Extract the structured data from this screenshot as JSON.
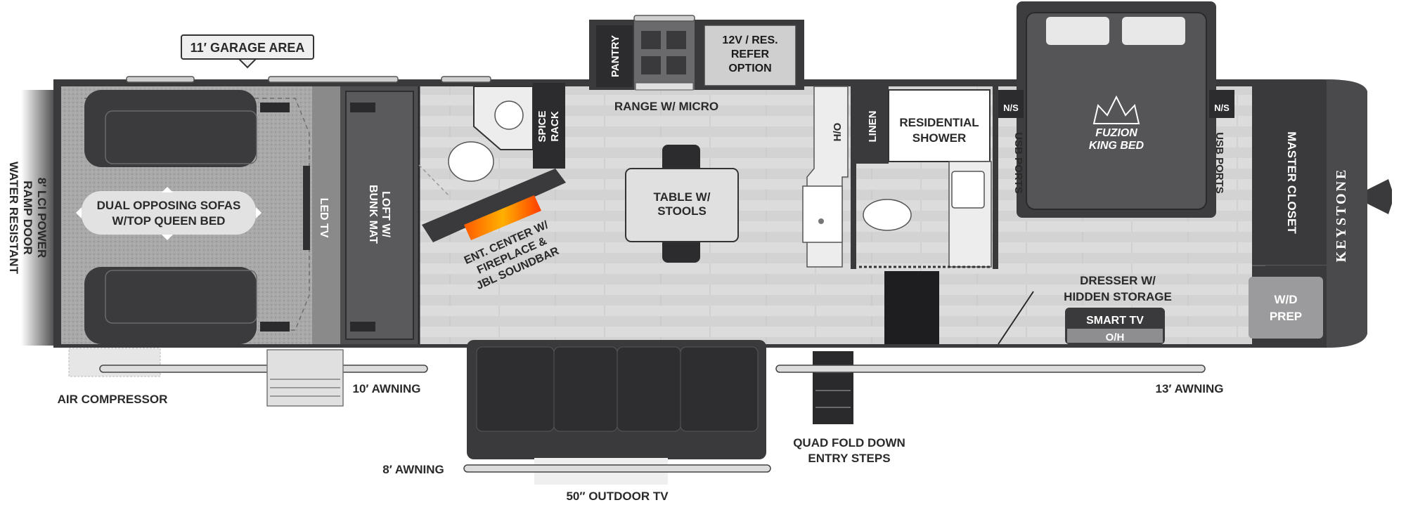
{
  "labels": {
    "garage_area": "11′ GARAGE AREA",
    "ramp_door_1": "8′ LCI POWER",
    "ramp_door_2": "RAMP DOOR",
    "ramp_door_3": "WATER RESISTANT",
    "sofas_1": "DUAL OPPOSING SOFAS",
    "sofas_2": "W/TOP QUEEN BED",
    "led_tv": "LED TV",
    "loft_1": "LOFT W/",
    "loft_2": "BUNK MAT",
    "pantry": "PANTRY",
    "refer_1": "12V / RES.",
    "refer_2": "REFER",
    "refer_3": "OPTION",
    "range": "RANGE W/ MICRO",
    "spice_1": "SPICE",
    "spice_2": "RACK",
    "ent_1": "ENT. CENTER W/",
    "ent_2": "FIREPLACE &",
    "ent_3": "JBL SOUNDBAR",
    "table_1": "TABLE W/",
    "table_2": "STOOLS",
    "ho": "H/O",
    "linen": "LINEN",
    "shower_1": "RESIDENTIAL",
    "shower_2": "SHOWER",
    "ns": "N/S",
    "usb": "USB PORTS",
    "bed_1": "FUZION",
    "bed_2": "KING BED",
    "master_closet": "MASTER CLOSET",
    "brand": "KEYSTONE",
    "dresser_1": "DRESSER W/",
    "dresser_2": "HIDDEN STORAGE",
    "smart_tv": "SMART TV",
    "oh": "O/H",
    "wd_1": "W/D",
    "wd_2": "PREP",
    "air_compressor": "AIR COMPRESSOR",
    "awning_10": "10′ AWNING",
    "awning_13": "13′ AWNING",
    "awning_8": "8′ AWNING",
    "steps_1": "QUAD FOLD DOWN",
    "steps_2": "ENTRY STEPS",
    "outdoor_tv": "50″ OUTDOOR TV"
  },
  "colors": {
    "wall": "#3a3a3c",
    "floor": "#d9d9d9",
    "garage_floor": "#b3b3b3",
    "sofa": "#3b3b3d",
    "bed_frame": "#3d3d40",
    "accent_dark": "#4a4a4c"
  }
}
